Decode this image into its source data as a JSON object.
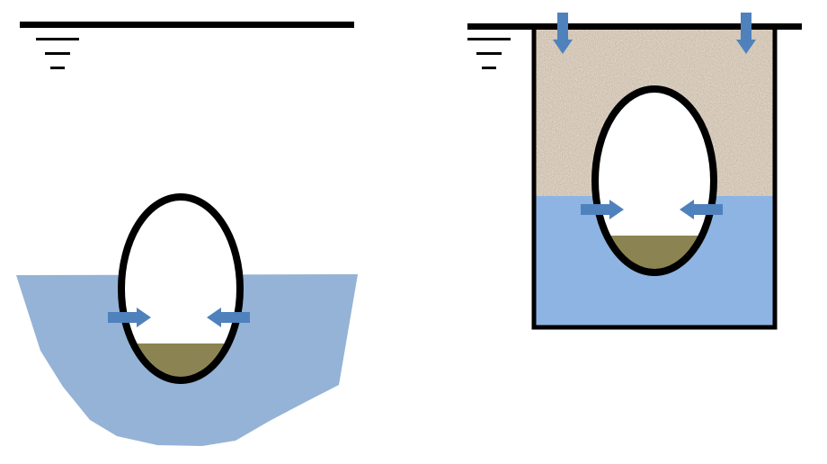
{
  "diagram": {
    "panels": [
      {
        "id": "left",
        "description_shown": false,
        "ground_surface": "line",
        "water_table_symbol": "stacked-lines",
        "water_body": "irregular-groundwater-lens",
        "pipe_shape": "egg-shaped-sewer",
        "pipe_sediment": true,
        "arrows": [
          "inflow-right",
          "inflow-left"
        ]
      },
      {
        "id": "right",
        "ground_surface": "line",
        "water_table_symbol": "stacked-lines",
        "soil_fill": "granular-backfill",
        "water_body": "rectangular-saturated-trench",
        "pipe_shape": "egg-shaped-sewer",
        "pipe_sediment": true,
        "arrows": [
          "load-down",
          "load-down",
          "inflow-right",
          "inflow-left"
        ]
      }
    ]
  },
  "colors": {
    "water": "#94b3d6",
    "water_trench": "#8eb4e3",
    "arrow": "#4f81bd",
    "sediment": "#8b8452",
    "outline": "#000000",
    "soil": "#a39486"
  }
}
